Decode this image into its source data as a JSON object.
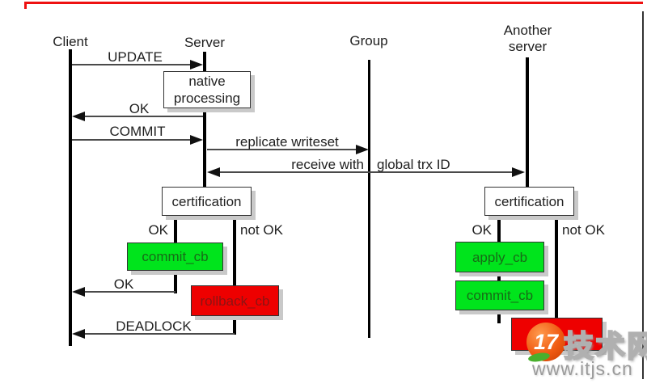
{
  "lifelines": {
    "client": "Client",
    "server": "Server",
    "group": "Group",
    "another_line1": "Another",
    "another_line2": "server"
  },
  "messages": {
    "update": "UPDATE",
    "ok_first": "OK",
    "commit": "COMMIT",
    "replicate_writeset": "replicate writeset",
    "receive_with": "receive with",
    "global_trx_id": "global trx ID",
    "ok_second": "OK",
    "deadlock": "DEADLOCK"
  },
  "boxes": {
    "native_line1": "native",
    "native_line2": "processing",
    "certification_left": "certification",
    "certification_right": "certification",
    "commit_cb_left": "commit_cb",
    "rollback_cb": "rollback_cb",
    "apply_cb": "apply_cb",
    "commit_cb_right": "commit_cb"
  },
  "branch_labels": {
    "ok_left": "OK",
    "not_ok_left": "not OK",
    "ok_right": "OK",
    "not_ok_right": "not OK"
  },
  "watermark": {
    "logo_text": "17",
    "site_name": "技术网",
    "url": "www.itjs.cn"
  },
  "colors": {
    "commit_green": "#00e41c",
    "rollback_red": "#ee0000",
    "frame_red": "#ee1111",
    "box_shadow_gray": "#c9c9c9"
  }
}
